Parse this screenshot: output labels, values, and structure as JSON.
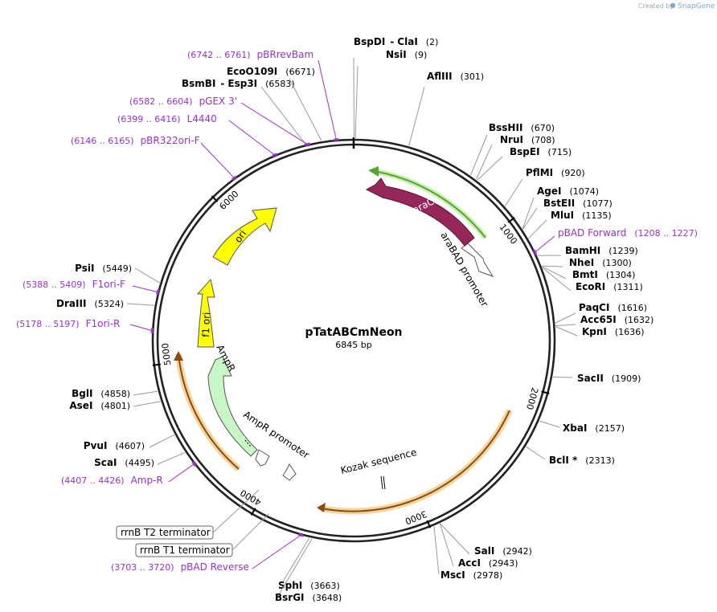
{
  "credit": {
    "created_by": "Created by",
    "brand": "SnapGene"
  },
  "plasmid": {
    "name": "pTatABCmNeon",
    "length": "6845 bp",
    "total_bp": 6845
  },
  "colors": {
    "backbone": "#222222",
    "primer": "#9a2fcf",
    "orange_feature": "#f3c27a",
    "orange_outline": "#8a4b12",
    "green_feature": "#c8f7c5",
    "yellow_feature": "#ffff00",
    "araC": "#96275a",
    "green_primer_arrow": "#52a82a"
  },
  "ticks": [
    {
      "bp": 1000,
      "label": "1000"
    },
    {
      "bp": 2000,
      "label": "2000"
    },
    {
      "bp": 3000,
      "label": "3000"
    },
    {
      "bp": 4000,
      "label": "4000"
    },
    {
      "bp": 5000,
      "label": "5000"
    },
    {
      "bp": 6000,
      "label": "6000"
    }
  ],
  "sites": [
    {
      "name": "BspDI",
      "sep": "-",
      "name2": "ClaI",
      "pos": "(2)",
      "bp": 2
    },
    {
      "name": "NsiI",
      "pos": "(9)",
      "bp": 9
    },
    {
      "name": "AflIII",
      "pos": "(301)",
      "bp": 301
    },
    {
      "name": "BssHII",
      "pos": "(670)",
      "bp": 670
    },
    {
      "name": "NruI",
      "pos": "(708)",
      "bp": 708
    },
    {
      "name": "BspEI",
      "pos": "(715)",
      "bp": 715
    },
    {
      "name": "PflMI",
      "pos": "(920)",
      "bp": 920
    },
    {
      "name": "AgeI",
      "pos": "(1074)",
      "bp": 1074
    },
    {
      "name": "BstEII",
      "pos": "(1077)",
      "bp": 1077
    },
    {
      "name": "MluI",
      "pos": "(1135)",
      "bp": 1135
    },
    {
      "name": "BamHI",
      "pos": "(1239)",
      "bp": 1239
    },
    {
      "name": "NheI",
      "pos": "(1300)",
      "bp": 1300
    },
    {
      "name": "BmtI",
      "pos": "(1304)",
      "bp": 1304
    },
    {
      "name": "EcoRI",
      "pos": "(1311)",
      "bp": 1311
    },
    {
      "name": "PaqCI",
      "pos": "(1616)",
      "bp": 1616
    },
    {
      "name": "Acc65I",
      "pos": "(1632)",
      "bp": 1632
    },
    {
      "name": "KpnI",
      "pos": "(1636)",
      "bp": 1636
    },
    {
      "name": "SacII",
      "pos": "(1909)",
      "bp": 1909
    },
    {
      "name": "XbaI",
      "pos": "(2157)",
      "bp": 2157
    },
    {
      "name": "BclI *",
      "pos": "(2313)",
      "bp": 2313
    },
    {
      "name": "SalI",
      "pos": "(2942)",
      "bp": 2942
    },
    {
      "name": "AccI",
      "pos": "(2943)",
      "bp": 2943
    },
    {
      "name": "MscI",
      "pos": "(2978)",
      "bp": 2978
    },
    {
      "name": "SphI",
      "pos": "(3663)",
      "bp": 3663
    },
    {
      "name": "BsrGI",
      "pos": "(3648)",
      "bp": 3648
    },
    {
      "name": "ScaI",
      "pos": "(4495)",
      "bp": 4495
    },
    {
      "name": "PvuI",
      "pos": "(4607)",
      "bp": 4607
    },
    {
      "name": "AseI",
      "pos": "(4801)",
      "bp": 4801
    },
    {
      "name": "BglI",
      "pos": "(4858)",
      "bp": 4858
    },
    {
      "name": "DraIII",
      "pos": "(5324)",
      "bp": 5324
    },
    {
      "name": "PsiI",
      "pos": "(5449)",
      "bp": 5449
    },
    {
      "name": "BsmBI",
      "sep": "-",
      "name2": "Esp3I",
      "pos": "(6583)",
      "bp": 6583
    },
    {
      "name": "EcoO109I",
      "pos": "(6671)",
      "bp": 6671
    }
  ],
  "primers": [
    {
      "name": "pBRrevBam",
      "range": "(6742 .. 6761)",
      "bp": 6751
    },
    {
      "name": "pGEX 3'",
      "range": "(6582 .. 6604)",
      "bp": 6593
    },
    {
      "name": "L4440",
      "range": "(6399 .. 6416)",
      "bp": 6407
    },
    {
      "name": "pBR322ori-F",
      "range": "(6146 .. 6165)",
      "bp": 6155
    },
    {
      "name": "F1ori-F",
      "range": "(5388 .. 5409)",
      "bp": 5398
    },
    {
      "name": "F1ori-R",
      "range": "(5178 .. 5197)",
      "bp": 5187
    },
    {
      "name": "Amp-R",
      "range": "(4407 .. 4426)",
      "bp": 4416
    },
    {
      "name": "pBAD Reverse",
      "range": "(3703 .. 3720)",
      "bp": 3711
    },
    {
      "name": "pBAD Forward",
      "range": "(1208 .. 1227)",
      "bp": 1217
    }
  ],
  "features": {
    "araC": "araC",
    "araBAD_promoter": "araBAD promoter",
    "ori": "ori",
    "f1_ori": "f1 ori",
    "AmpR": "AmpR",
    "AmpR_promoter": "AmpR promoter",
    "kozak": "Kozak sequence",
    "rrnB_T2": "rrnB T2 terminator",
    "rrnB_T1": "rrnB T1 terminator"
  }
}
